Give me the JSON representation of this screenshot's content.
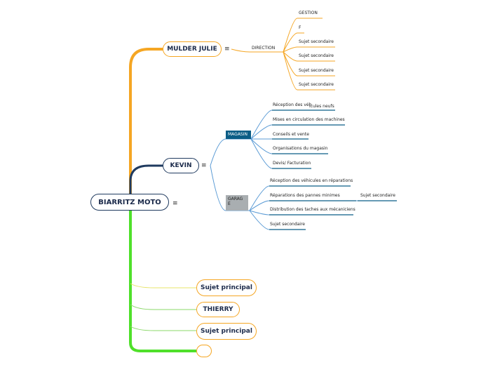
{
  "root": {
    "label": "BIARRITZ MOTO"
  },
  "menu_icon": "≡",
  "colors": {
    "orange": "#f5a623",
    "navy": "#1f3a5f",
    "yellow": "#e0d846",
    "green": "#7ed44e",
    "teal": "#0b5d86",
    "gray": "#a9aeb1",
    "underline_blue": "#0b5d86",
    "lightblue": "#5b9bd5"
  },
  "branches": {
    "mulder": {
      "label": "MULDER JULIE",
      "sub": {
        "label": "DIRECTION",
        "items": [
          "GESTION",
          "F",
          "Sujet secondaire",
          "Sujet secondaire",
          "Sujet secondaire",
          "Sujet secondaire"
        ]
      }
    },
    "kevin": {
      "label": "KEVIN",
      "magasin": {
        "label": "MAGASIN",
        "items": [
          "Réception des véh",
          "Mises en circulation des machines",
          "Conseils et vente",
          "Organisations du magasin",
          "Devis/ Facturation"
        ],
        "overlap": "icules neufs"
      },
      "garage": {
        "label": "GARAG\nE",
        "items": [
          "Réception des véhicules en réparations",
          "Réparations des pannes minimes",
          "Distribution des taches aux mécaniciens",
          "Sujet secondaire"
        ],
        "child": "Sujet secondaire"
      }
    },
    "sujet1": {
      "label": "Sujet principal"
    },
    "thierry": {
      "label": "THIERRY"
    },
    "sujet2": {
      "label": "Sujet principal"
    },
    "empty": {
      "label": ""
    }
  }
}
